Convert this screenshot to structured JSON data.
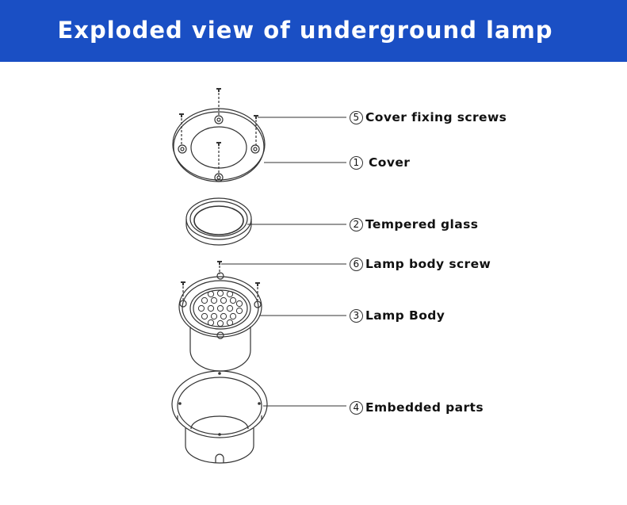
{
  "title": "Exploded view of underground lamp",
  "parts": [
    {
      "number": "5",
      "label": "Cover fixing screws"
    },
    {
      "number": "1",
      "label": "Cover"
    },
    {
      "number": "2",
      "label": "Tempered glass"
    },
    {
      "number": "6",
      "label": "Lamp body screw"
    },
    {
      "number": "3",
      "label": "Lamp Body"
    },
    {
      "number": "4",
      "label": "Embedded parts"
    }
  ],
  "colors": {
    "header": "#1a4fc4",
    "header_text": "#ffffff",
    "line": "#333333"
  }
}
